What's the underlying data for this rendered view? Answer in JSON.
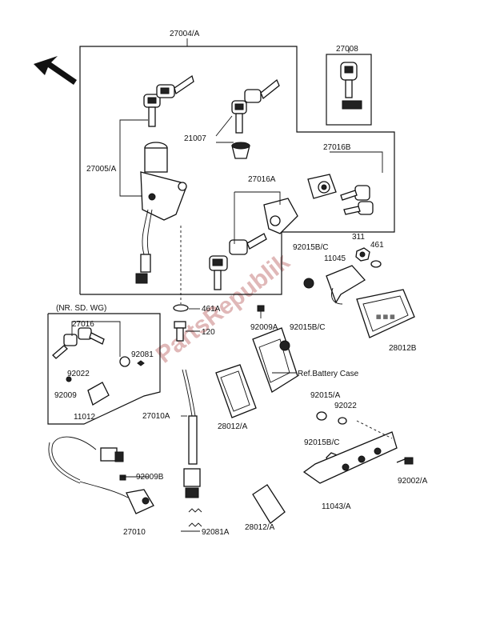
{
  "labels": {
    "p27004A": "27004/A",
    "p27008": "27008",
    "p27005A": "27005/A",
    "p21007": "21007",
    "p27016B": "27016B",
    "p27016A": "27016A",
    "p92015BC_1": "92015B/C",
    "p311": "311",
    "p461": "461",
    "p11045": "11045",
    "nr_sd_wg": "(NR. SD. WG)",
    "p27016": "27016",
    "p461A": "461A",
    "p120": "120",
    "p92009A": "92009A",
    "p92015BC_2": "92015B/C",
    "p28012B": "28012B",
    "p92081": "92081",
    "p92022_1": "92022",
    "p92009": "92009",
    "p11012": "11012",
    "ref_battery_case": "Ref.Battery Case",
    "p27010A": "27010A",
    "p28012A_1": "28012/A",
    "p92015A": "92015/A",
    "p92022_2": "92022",
    "p92015BC_3": "92015B/C",
    "p92002A": "92002/A",
    "p92009B": "92009B",
    "p27010": "27010",
    "p92081A": "92081A",
    "p28012A_2": "28012/A",
    "p11043A": "11043/A"
  },
  "watermark": "PartsRepublik",
  "colors": {
    "ink": "#111111",
    "watermark": "#e0b8b8"
  },
  "icons": [
    "front-direction-arrow",
    "ignition-key",
    "ignition-switch",
    "seat-lock",
    "reflector",
    "bracket",
    "wire-harness"
  ]
}
